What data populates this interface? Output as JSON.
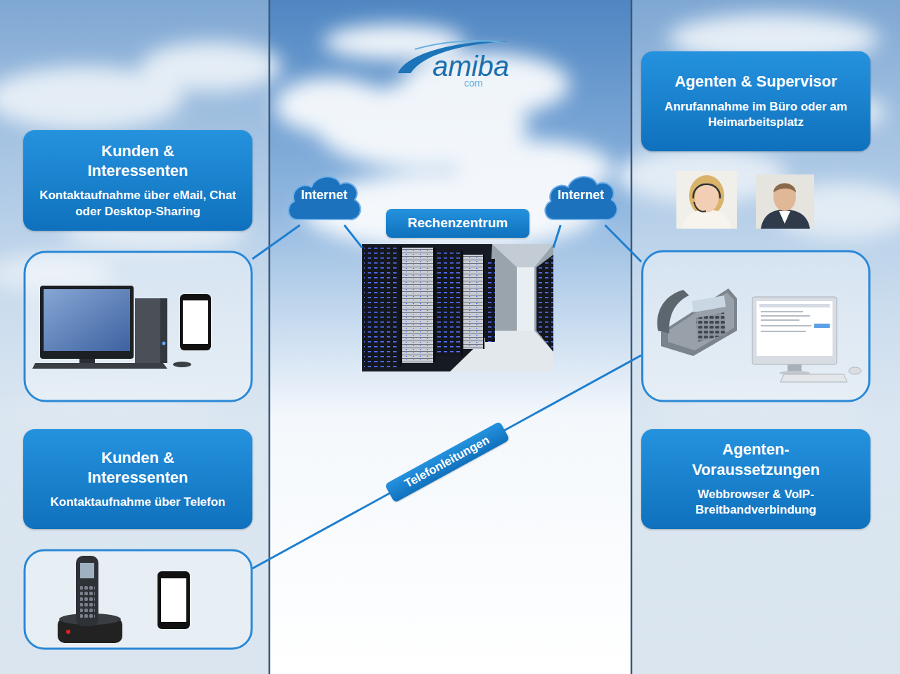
{
  "diagram": {
    "nodes": [
      {
        "text": [
          "Kunden & Interessenten",
          "Kontaktaufnahme über eMail, Chat oder Desktop-Sharing"
        ]
      },
      {
        "text": [
          "Internet"
        ]
      },
      {
        "text": [
          "Rechenzentrum"
        ]
      },
      {
        "text": [
          "Internet"
        ]
      },
      {
        "text": [
          "Agenten & Supervisor",
          "Anrufannahme im Büro oder am Heimarbeitsplatz"
        ]
      },
      {
        "text": [
          "Kunden & Interessenten",
          "Kontaktaufnahme über Telefon"
        ]
      },
      {
        "text": [
          "Agenten-Voraussetzungen",
          "Webbrowser & VoIP-Breitbandverbindung"
        ]
      }
    ],
    "edges": [
      {
        "from": 0,
        "to": 1,
        "arrow": "none"
      },
      {
        "from": 1,
        "to": 2,
        "arrow": "none"
      },
      {
        "from": 2,
        "to": 3,
        "arrow": "none"
      },
      {
        "from": 3,
        "to": 4,
        "arrow": "none"
      },
      {
        "from": 5,
        "to": 4,
        "label": "Telefonleitungen",
        "arrow": "none"
      }
    ],
    "labels": [
      "amiba",
      "com"
    ]
  }
}
